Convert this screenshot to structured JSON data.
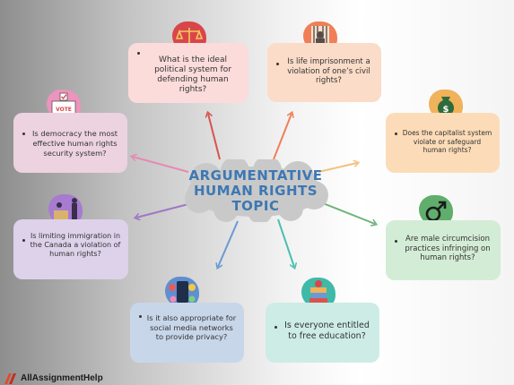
{
  "center_title": "ARGUMENTATIVE HUMAN RIGHTS TOPIC",
  "topics": [
    {
      "text": "What is the ideal political system for defending human rights?",
      "icon": "scales-icon"
    },
    {
      "text": "Is life imprisonment a violation of one’s civil rights?",
      "icon": "prison-icon"
    },
    {
      "text": "Does the capitalist system violate or safeguard human rights?",
      "icon": "money-bag-icon"
    },
    {
      "text": "Are male circumcision practices infringing on human rights?",
      "icon": "male-symbol-icon"
    },
    {
      "text": "Is everyone entitled to free education?",
      "icon": "books-icon"
    },
    {
      "text": "Is it also appropriate for social media networks to provide privacy?",
      "icon": "social-media-icon"
    },
    {
      "text": "Is limiting immigration in the Canada a violation of human rights?",
      "icon": "immigration-desk-icon"
    },
    {
      "text": "Is democracy the most effective human rights security system?",
      "icon": "ballot-box-icon"
    }
  ],
  "vote_label": "VOTE",
  "brand": "AllAssignmentHelp",
  "colors": {
    "title": "#3d78b3",
    "cloud": "#c9c9c9"
  }
}
